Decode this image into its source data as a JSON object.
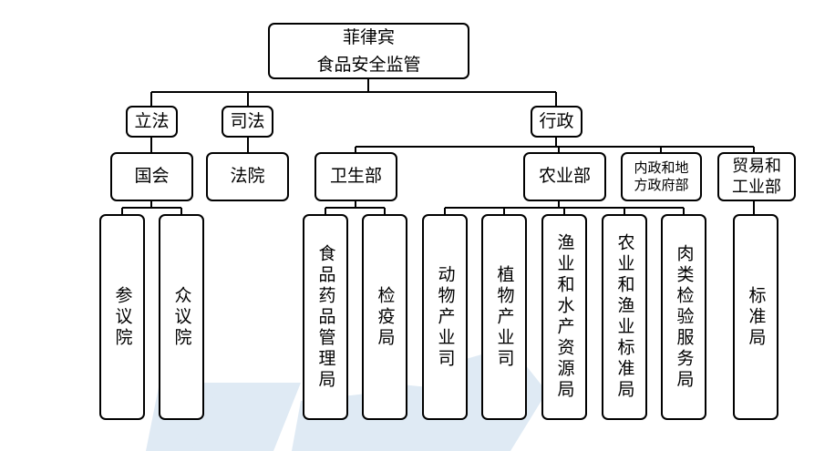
{
  "root": {
    "line1": "菲律宾",
    "line2": "食品安全监管"
  },
  "branches": {
    "legislative": "立法",
    "judicial": "司法",
    "executive": "行政"
  },
  "level2": {
    "congress": "国会",
    "court": "法院",
    "health": "卫生部",
    "agriculture": "农业部",
    "interior": {
      "line1": "内政和地",
      "line2": "方政府部"
    },
    "trade": {
      "line1": "贸易和",
      "line2": "工业部"
    }
  },
  "leaves": {
    "senate": "参议院",
    "house": "众议院",
    "fda": "食品药品管理局",
    "quarantine": "检疫局",
    "animal_industry": "动物产业司",
    "plant_industry": "植物产业司",
    "fisheries": "渔业和水产资源局",
    "agri_standards": "农业和渔业标准局",
    "meat_inspection": "肉类检验服务局",
    "standards": "标准局"
  },
  "colors": {
    "line": "#000000",
    "border": "#000000",
    "watermark": "#dbe8f3"
  }
}
